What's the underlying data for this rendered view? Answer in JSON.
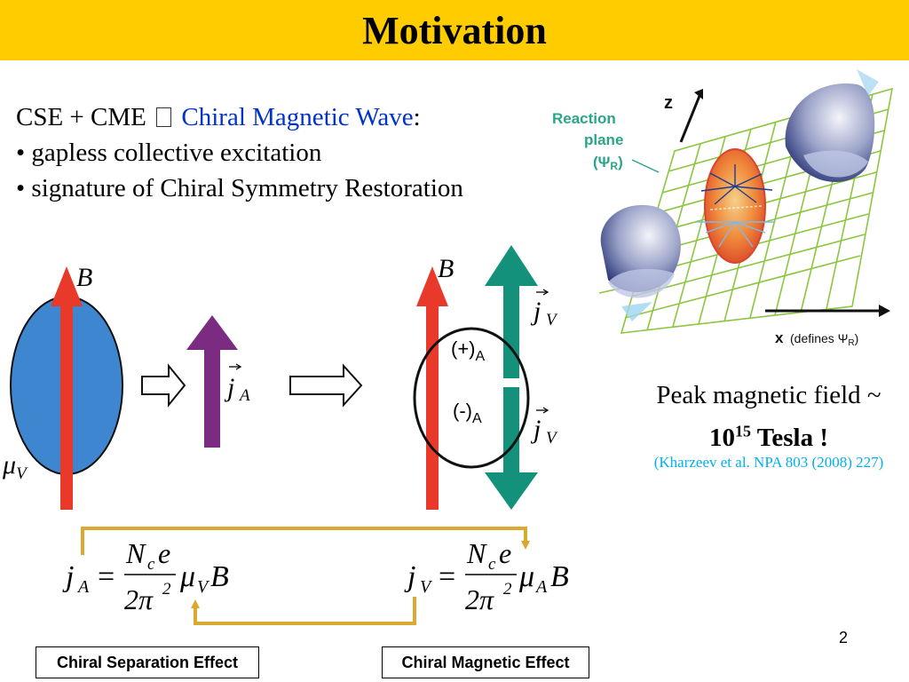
{
  "title": "Motivation",
  "intro": {
    "prefix": "CSE + CME ",
    "cmw": "Chiral Magnetic Wave",
    "colon": ":",
    "bullets": [
      "• gapless collective excitation",
      "• signature of Chiral Symmetry Restoration"
    ]
  },
  "diagram_labels": {
    "B": "B",
    "mu": "μ",
    "sub_V": "V",
    "sub_A": "A",
    "j": "j",
    "plus_charge": "(+)",
    "minus_charge": "(-)",
    "charge_sub": "A"
  },
  "equations": {
    "cse": {
      "lhs": "j",
      "lhs_sub": "A",
      "num": "N",
      "num_sub": "c",
      "num_e": "e",
      "den": "2π",
      "den_sup": "2",
      "mu_sub": "V",
      "B": "B"
    },
    "cme": {
      "lhs": "j",
      "lhs_sub": "V",
      "num": "N",
      "num_sub": "c",
      "num_e": "e",
      "den": "2π",
      "den_sup": "2",
      "mu_sub": "A",
      "B": "B"
    },
    "eq": "="
  },
  "heavy_ion_figure": {
    "z_label": "z",
    "x_label": "x",
    "x_note": "(defines Ψ",
    "x_note_sub": "R",
    "x_note_end": ")",
    "plane_line1": "Reaction",
    "plane_line2": "plane",
    "plane_line3": "(Ψ",
    "plane_sub": "R",
    "plane_end": ")"
  },
  "peak_field": {
    "line1": "Peak magnetic field ~",
    "base": "10",
    "exp": "15",
    "unit": " Tesla !",
    "citation": "(Kharzeev et al. NPA 803 (2008) 227)"
  },
  "page_number": "2",
  "effect_boxes": {
    "cse": "Chiral Separation Effect",
    "cme": "Chiral Magnetic Effect"
  },
  "colors": {
    "title_bar": "#FFCC00",
    "red_arrow": "#E8392B",
    "purple_arrow": "#7B2C82",
    "teal_arrow": "#14917A",
    "blue_ellipse": "#3F86D0",
    "feedback_arrow": "#D9A930",
    "cmw_text": "#0033CC",
    "citation_text": "#00B0F0",
    "grid_green": "#8CC63F"
  }
}
